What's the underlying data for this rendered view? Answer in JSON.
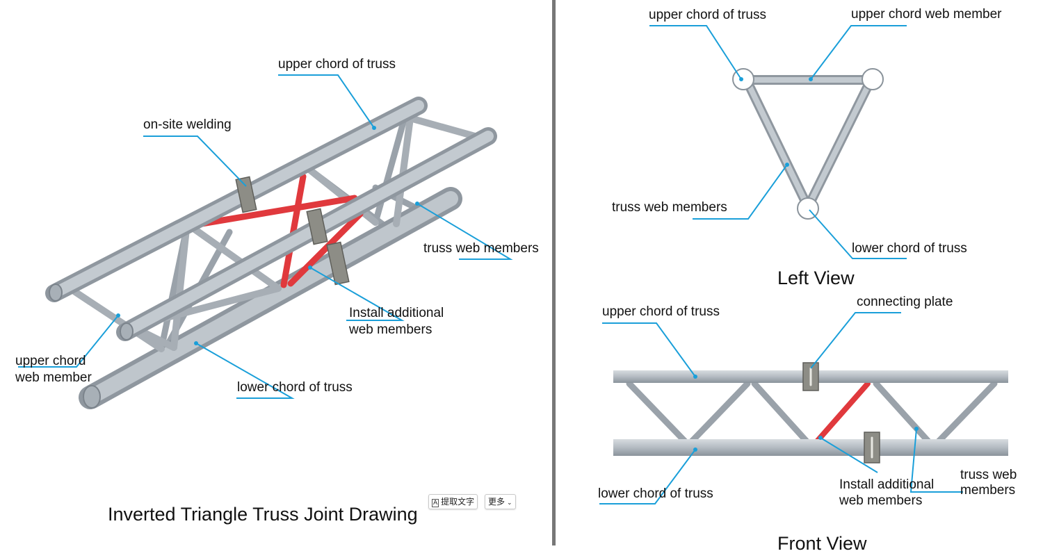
{
  "left_panel": {
    "title": "Inverted Triangle Truss Joint Drawing",
    "labels": {
      "upper_chord": "upper chord of truss",
      "onsite_welding": "on-site welding",
      "truss_web": "truss web members",
      "install_line1": "Install additional",
      "install_line2": "web members",
      "upper_web_line1": "upper chord",
      "upper_web_line2": "web member",
      "lower_chord": "lower chord of truss"
    }
  },
  "left_view": {
    "title": "Left View",
    "labels": {
      "upper_chord": "upper chord of truss",
      "upper_web": "upper chord web member",
      "truss_web": "truss web members",
      "lower_chord": "lower chord of truss"
    }
  },
  "front_view": {
    "title": "Front View",
    "labels": {
      "upper_chord": "upper chord of truss",
      "connecting_plate": "connecting plate",
      "lower_chord": "lower chord of truss",
      "install_line1": "Install additional",
      "install_line2": "web members",
      "truss_web_line1": "truss web",
      "truss_web_line2": "members"
    }
  },
  "toolbar": {
    "extract_text_label": "提取文字",
    "more_label": "更多"
  },
  "colors": {
    "tube": "#b7bec5",
    "tube_dark": "#8f979f",
    "highlight": "#e0393d",
    "leader": "#1a9fd9",
    "divider": "#777777"
  }
}
